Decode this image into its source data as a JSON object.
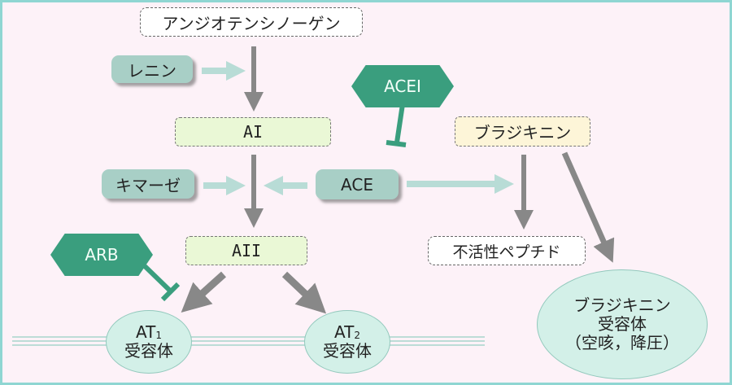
{
  "nodes": {
    "angiotensinogen": "アンジオテンシノーゲン",
    "renin": "レニン",
    "ai": "AI",
    "chymase": "キマーゼ",
    "ace": "ACE",
    "aii": "AII",
    "acei": "ACEI",
    "arb": "ARB",
    "bradykinin": "ブラジキニン",
    "inactive_peptide": "不活性ペプチド",
    "at1_prefix": "AT",
    "at1_sub": "1",
    "at1_label": "受容体",
    "at2_prefix": "AT",
    "at2_sub": "2",
    "at2_label": "受容体",
    "bk_receptor_line1": "ブラジキニン",
    "bk_receptor_line2": "受容体",
    "bk_receptor_line3": "（空咳，降圧）"
  },
  "colors": {
    "background": "#fdf2f8",
    "border": "#8fd6d2",
    "drug": "#3a9e7e",
    "enzyme": "#a8cfc6",
    "arrow_main": "#888888",
    "arrow_enzyme": "#b8dcd6"
  }
}
